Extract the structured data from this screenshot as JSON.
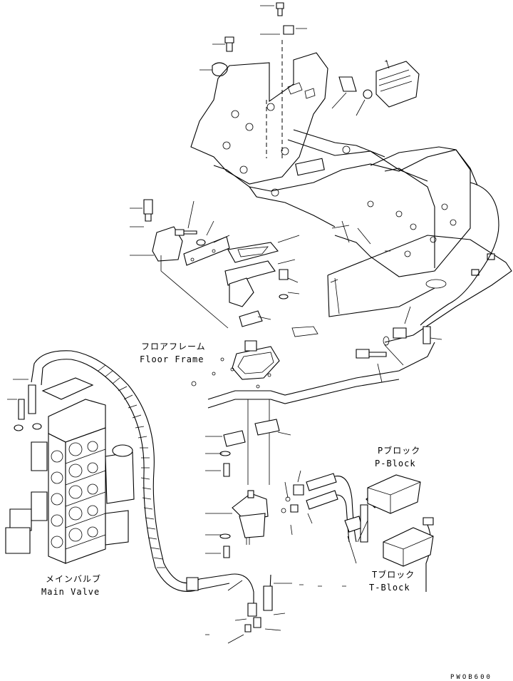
{
  "labels": {
    "floor_frame_jp": "フロアフレーム",
    "floor_frame_en": "Floor Frame",
    "p_block_jp": "Pブロック",
    "p_block_en": "P-Block",
    "t_block_jp": "Tブロック",
    "t_block_en": "T-Block",
    "main_valve_jp": "メインバルブ",
    "main_valve_en": "Main Valve"
  },
  "drawing_code": "PWOB600"
}
